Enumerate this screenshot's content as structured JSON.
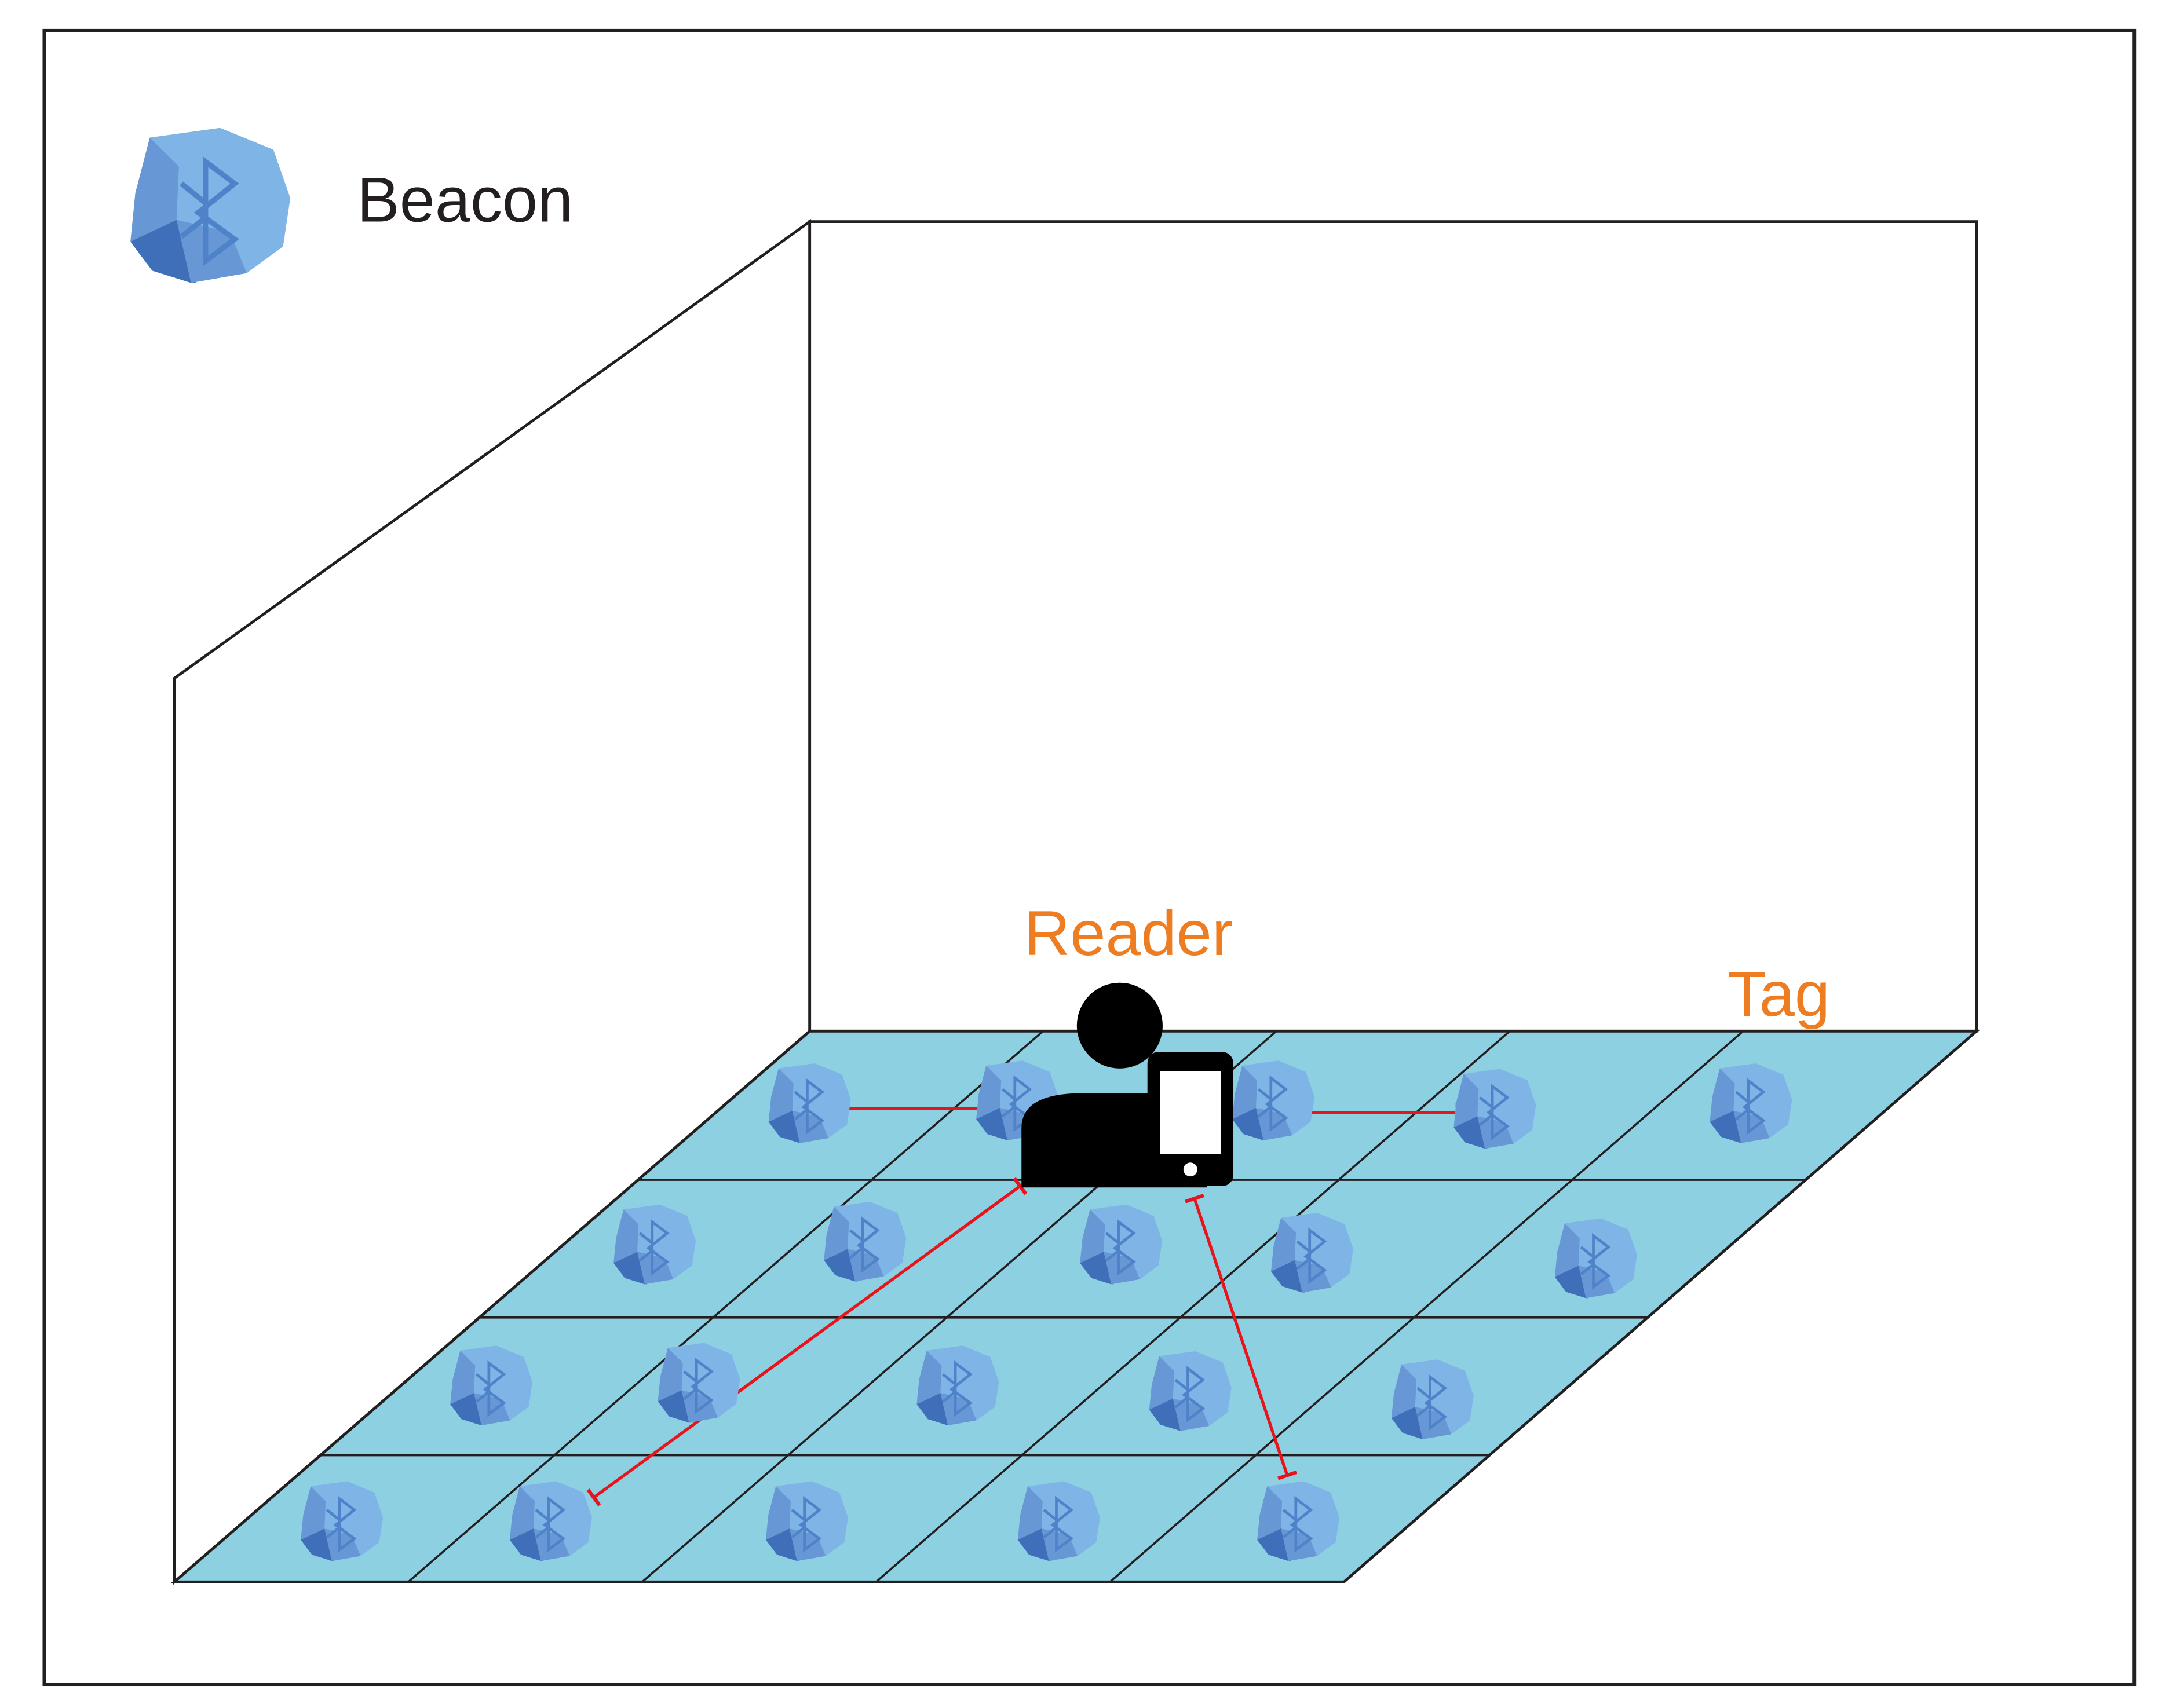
{
  "legend": {
    "label": "Beacon",
    "icon": "beacon-icon"
  },
  "labels": {
    "reader": "Reader",
    "tag": "Tag"
  },
  "colors": {
    "frame": "#231f20",
    "floor": "#8dd0e2",
    "beacon_light": "#7fb4e6",
    "beacon_mid": "#6797d4",
    "beacon_dark": "#3f6fb8",
    "beacon_symbol": "#4f83c9",
    "range_line": "#e8141b",
    "label_text": "#231f20",
    "highlight_text": "#ee7d22",
    "person": "#000000"
  },
  "icons": [
    "beacon-icon",
    "person-icon",
    "smartphone-icon",
    "bluetooth-icon"
  ]
}
